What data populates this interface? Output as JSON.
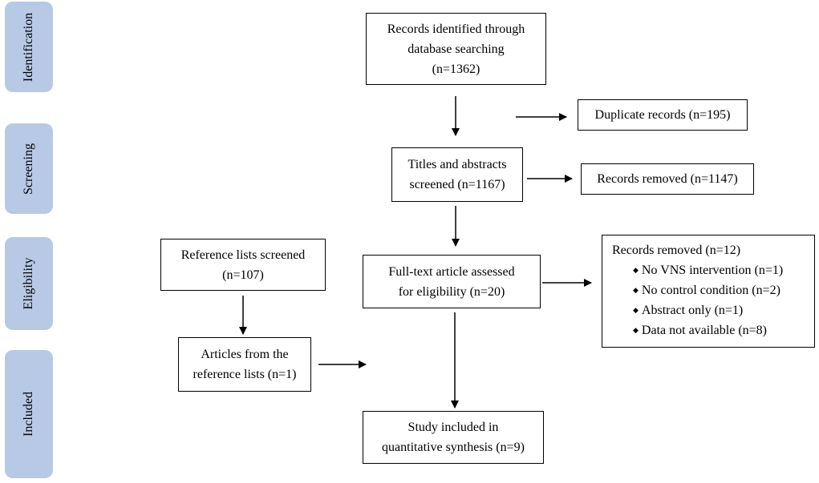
{
  "stages": [
    "Identification",
    "Screening",
    "Eligibility",
    "Included"
  ],
  "boxes": {
    "records_identified": [
      "Records identified through",
      "database searching",
      "(n=1362)"
    ],
    "duplicates": "Duplicate records (n=195)",
    "titles_abstracts": [
      "Titles and abstracts",
      "screened (n=1167)"
    ],
    "records_removed_1": "Records removed (n=1147)",
    "reference_lists": [
      "Reference lists screened",
      "(n=107)"
    ],
    "full_text": [
      "Full-text article assessed",
      "for eligibility (n=20)"
    ],
    "records_removed_2": {
      "title": "Records removed (n=12)",
      "items": [
        "No VNS intervention (n=1)",
        "No control condition (n=2)",
        "Abstract only (n=1)",
        "Data not available (n=8)"
      ]
    },
    "articles_reference": [
      "Articles from the",
      "reference lists (n=1)"
    ],
    "included": [
      "Study included in",
      "quantitative synthesis (n=9)"
    ]
  }
}
